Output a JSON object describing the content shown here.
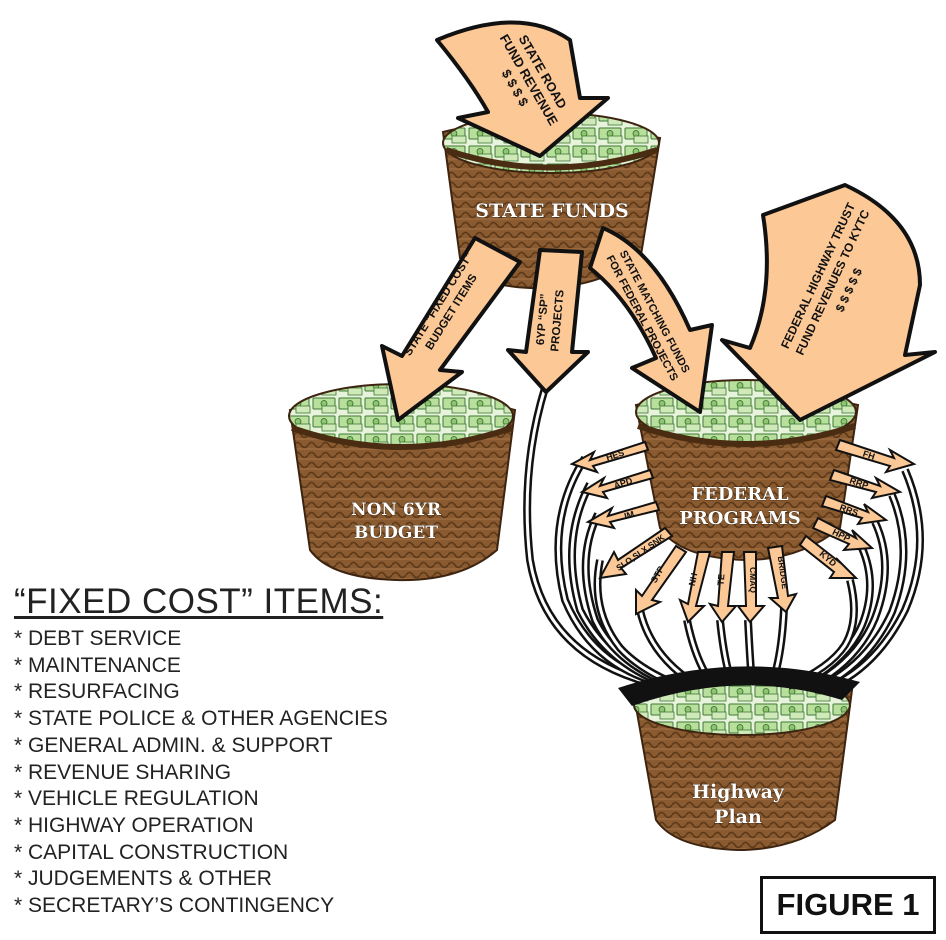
{
  "diagram": {
    "state_road_arrow_lines": [
      "STATE ROAD",
      "FUND REVENUE",
      "$ $ $ $"
    ],
    "federal_trust_arrow_lines": [
      "FEDERAL HIGHWAY TRUST",
      "FUND REVENUES TO KYTC",
      "$ $ $ $ $"
    ],
    "baskets": {
      "state_funds": "STATE FUNDS",
      "non6yr": [
        "NON 6YR",
        "BUDGET"
      ],
      "federal": [
        "FEDERAL",
        "PROGRAMS"
      ],
      "highway": [
        "Highway",
        "Plan"
      ]
    },
    "arrows": {
      "fixed_cost": [
        "STATE “FIXED COST”",
        "BUDGET ITEMS"
      ],
      "sp_projects": [
        "6YP “SP”",
        "PROJECTS"
      ],
      "matching": [
        "STATE MATCHING FUNDS",
        "FOR FEDERAL PROJECTS"
      ]
    },
    "federal_programs_left": [
      "HES",
      "APD",
      "IM",
      "SLO,SLX,SNK"
    ],
    "federal_programs_bottom": [
      "STP",
      "NH",
      "TE",
      "CMAQ",
      "BRIDGE"
    ],
    "federal_programs_right": [
      "FH",
      "RRP",
      "RRS",
      "HPP",
      "KYD"
    ]
  },
  "fixed_cost": {
    "title": "“FIXED COST” ITEMS:",
    "items": [
      "* DEBT SERVICE",
      "* MAINTENANCE",
      "* RESURFACING",
      "* STATE POLICE & OTHER AGENCIES",
      "* GENERAL ADMIN. & SUPPORT",
      "* REVENUE SHARING",
      "* VEHICLE REGULATION",
      "* HIGHWAY OPERATION",
      "* CAPITAL CONSTRUCTION",
      "* JUDGEMENTS & OTHER",
      "* SECRETARY’S CONTINGENCY"
    ]
  },
  "figure_label": "FIGURE 1",
  "colors": {
    "arrow_fill": "#fbc896",
    "arrow_stroke": "#111111",
    "basket": "#8a5a30",
    "basket_dark": "#4a2c12",
    "money": "#a8d68a",
    "money_dark": "#2f6b2a"
  }
}
